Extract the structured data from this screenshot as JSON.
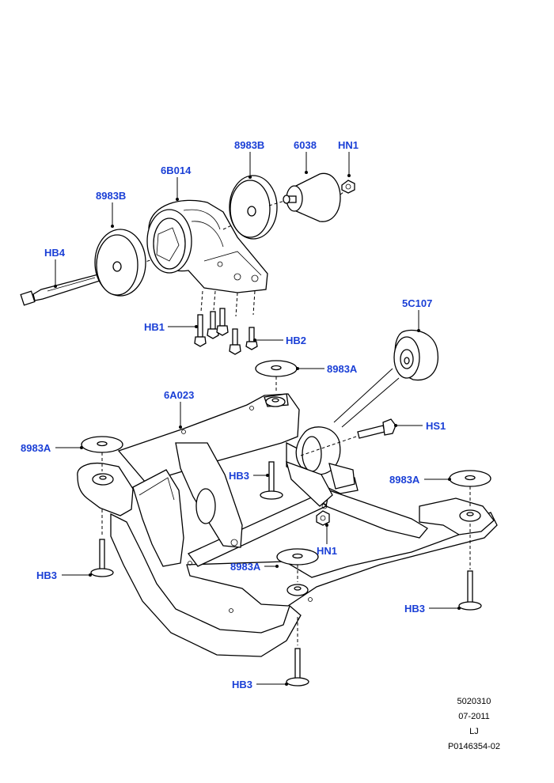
{
  "labels": {
    "l_8983B_top": "8983B",
    "l_6038": "6038",
    "l_HN1_top": "HN1",
    "l_6B014": "6B014",
    "l_8983B_left": "8983B",
    "l_HB4": "HB4",
    "l_HB1": "HB1",
    "l_HB2": "HB2",
    "l_5C107": "5C107",
    "l_8983A_mid": "8983A",
    "l_6A023": "6A023",
    "l_HS1": "HS1",
    "l_8983A_left": "8983A",
    "l_HB3_mid": "HB3",
    "l_8983A_right": "8983A",
    "l_HN1_mid": "HN1",
    "l_8983A_lower": "8983A",
    "l_HB3_left": "HB3",
    "l_HB3_right": "HB3",
    "l_HB3_bottom": "HB3"
  },
  "footer": {
    "code": "5020310",
    "date": "07-2011",
    "initials": "LJ",
    "reference": "P0146354-02"
  },
  "colors": {
    "label": "#1a3fd6",
    "line": "#000000",
    "background": "#ffffff"
  }
}
